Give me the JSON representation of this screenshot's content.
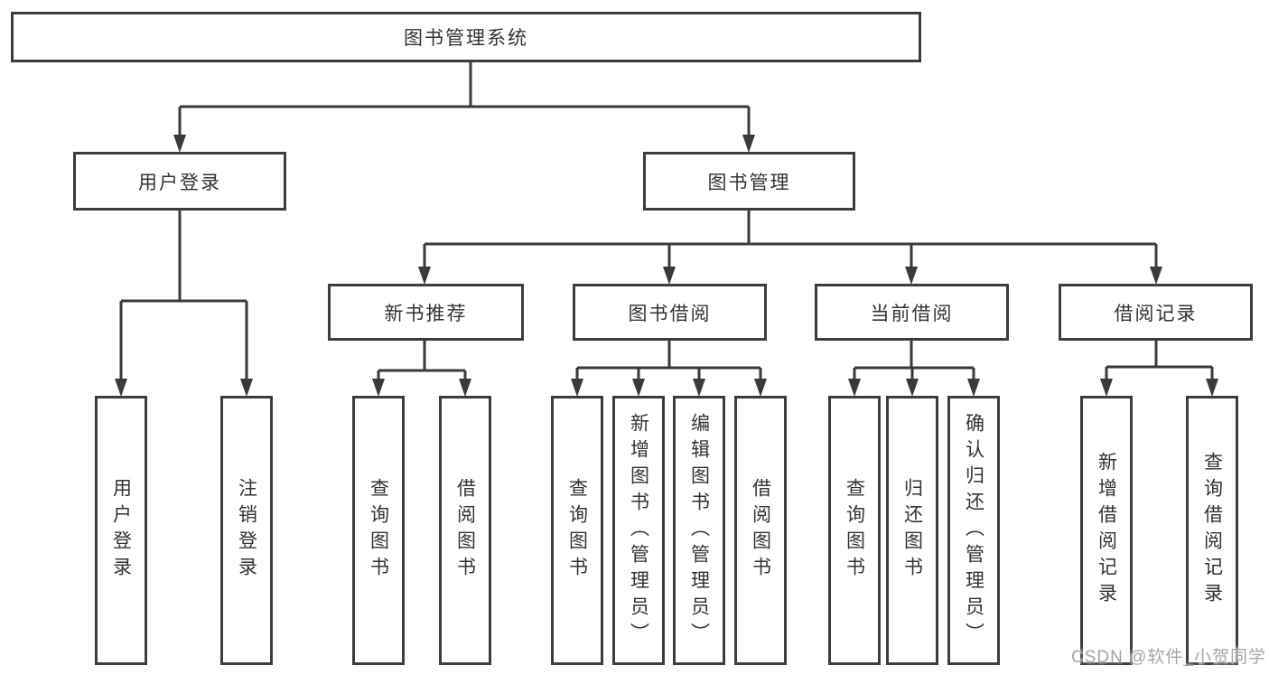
{
  "tree": {
    "root": {
      "label": "图书管理系统"
    },
    "branches": [
      {
        "label": "用户登录",
        "children": [
          {
            "label": "用户登录"
          },
          {
            "label": "注销登录"
          }
        ]
      },
      {
        "label": "图书管理",
        "sections": [
          {
            "label": "新书推荐",
            "children": [
              {
                "label": "查询图书"
              },
              {
                "label": "借阅图书"
              }
            ]
          },
          {
            "label": "图书借阅",
            "children": [
              {
                "label": "查询图书"
              },
              {
                "label": "新增图书（管理员）"
              },
              {
                "label": "编辑图书（管理员）"
              },
              {
                "label": "借阅图书"
              }
            ]
          },
          {
            "label": "当前借阅",
            "children": [
              {
                "label": "查询图书"
              },
              {
                "label": "归还图书"
              },
              {
                "label": "确认归还（管理员）"
              }
            ]
          },
          {
            "label": "借阅记录",
            "children": [
              {
                "label": "新增借阅记录"
              },
              {
                "label": "查询借阅记录"
              }
            ]
          }
        ]
      }
    ]
  },
  "watermark": {
    "text": "CSDN @软件_小贺同学"
  },
  "colors": {
    "line": "#3a3a3a",
    "border": "#3d3d3d",
    "text": "#333333",
    "watermark": "#a6a6a6",
    "background": "#ffffff"
  }
}
